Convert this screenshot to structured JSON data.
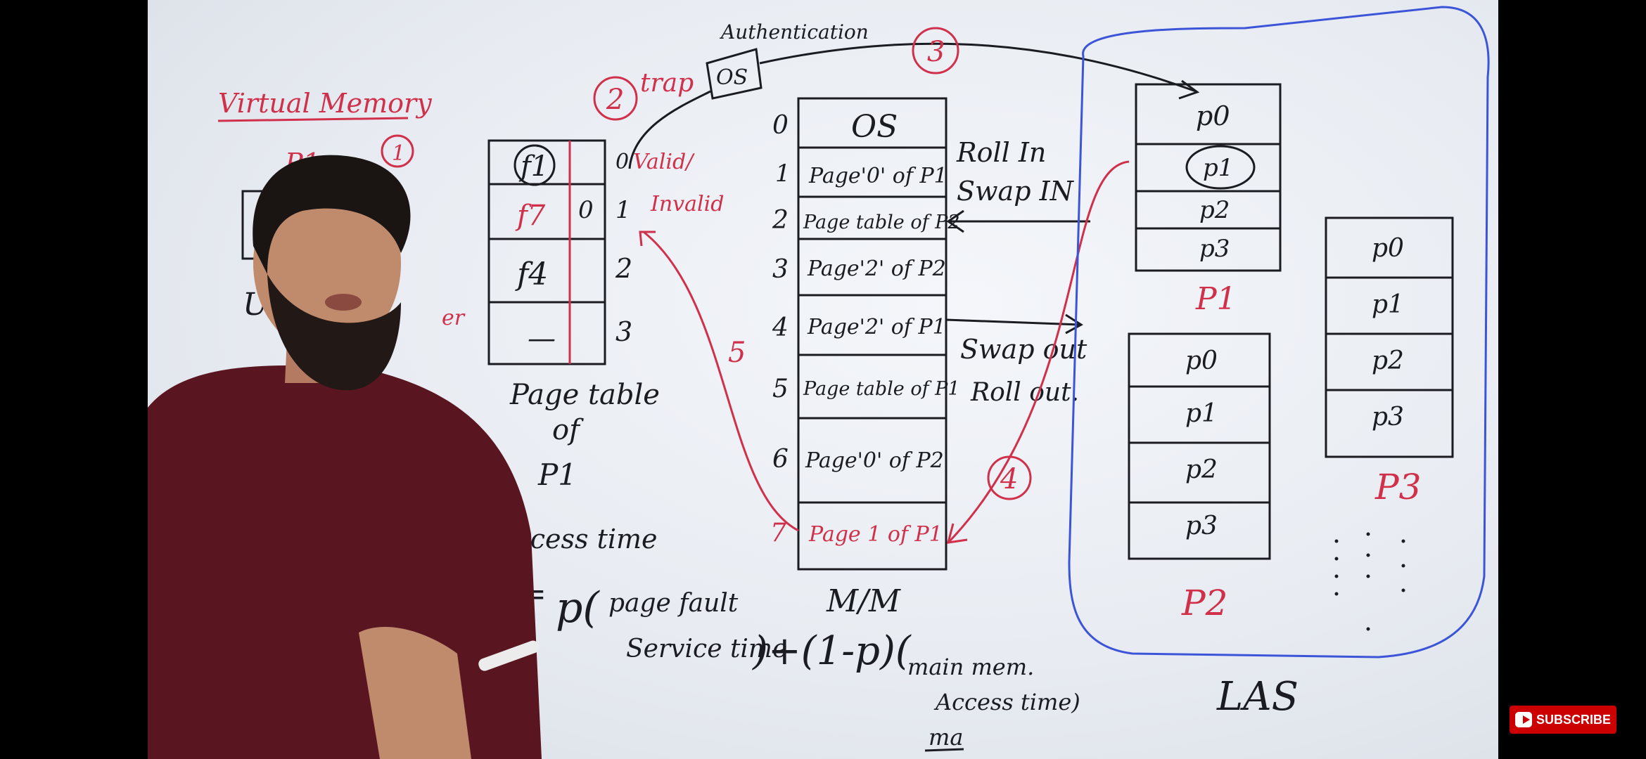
{
  "colors": {
    "red": "#d0304a",
    "blue": "#3c55d8",
    "ink": "#1b1b22",
    "shirt": "#5a1620"
  },
  "board": {
    "title": "Virtual Memory",
    "process_left": "P1",
    "step_1": "1",
    "user_label": "U",
    "user_tail": "er",
    "trap_label": "trap",
    "step_2": "2",
    "os_box": "OS",
    "authentication": "Authentication",
    "step_3": "3",
    "step_4": "4",
    "step_5": "5",
    "valid_invalid": "Valid/",
    "invalid": "Invalid",
    "page_table": {
      "rows": [
        "f1",
        "f7",
        "f4",
        "—"
      ],
      "bits": [
        "0",
        "0",
        "",
        ""
      ],
      "indices": [
        "",
        "1",
        "2",
        "3"
      ],
      "caption_line1": "Page table",
      "caption_line2": "of",
      "caption_line3": "P1"
    },
    "main_memory": {
      "indices": [
        "0",
        "1",
        "2",
        "3",
        "4",
        "5",
        "6",
        "7"
      ],
      "rows": [
        "OS",
        "Page'0' of P1",
        "Page table of P2",
        "Page'2' of P2",
        "Page'2' of P1",
        "Page table of P1",
        "Page'0' of P2",
        "Page 1 of P1"
      ],
      "caption": "M/M"
    },
    "roll_in": "Roll In",
    "swap_in": "Swap IN",
    "swap_out": "Swap out",
    "roll_out": "Roll out.",
    "las": {
      "p1_pages": [
        "p0",
        "p1",
        "p2",
        "p3"
      ],
      "p1_label": "P1",
      "p2_pages": [
        "p0",
        "p1",
        "p2",
        "p3"
      ],
      "p2_label": "P2",
      "p3_pages": [
        "p0",
        "p1",
        "p2",
        "p3"
      ],
      "p3_label": "P3",
      "caption": "LAS"
    },
    "formula": {
      "access_time": "Access time",
      "equals": "=",
      "p_open": "p(",
      "page_fault": "page fault",
      "service_time": "Service time",
      "close_plus": ")+(1-p)(",
      "main_mem": "main mem.",
      "access_time2": "Access time)",
      "ma": "ma"
    }
  },
  "subscribe_label": "SUBSCRIBE"
}
